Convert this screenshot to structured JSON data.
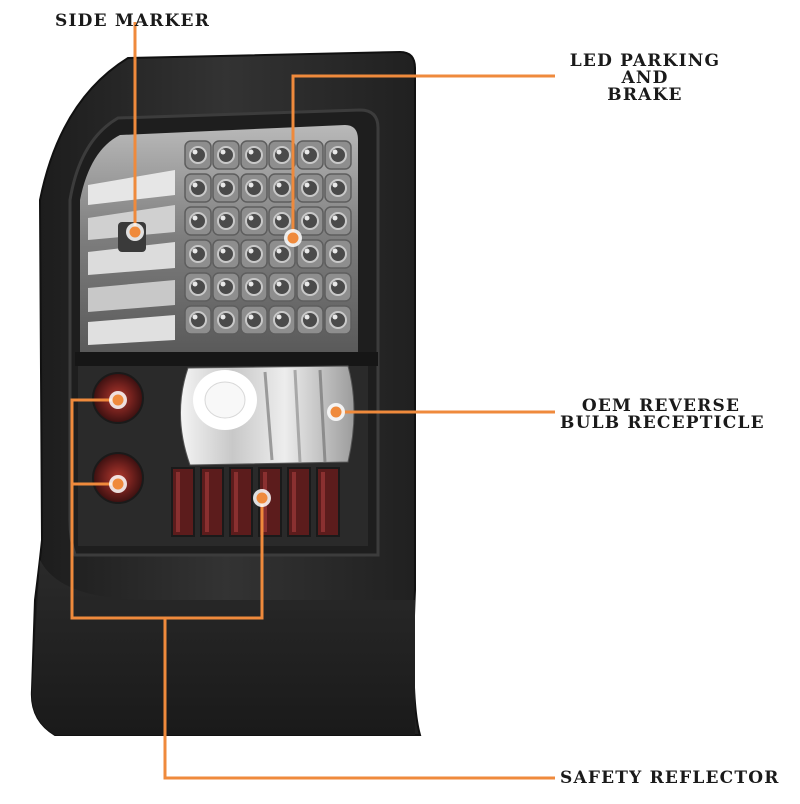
{
  "colors": {
    "leader": "#ef8a3c",
    "label": "#1a1a1a",
    "housing": "#2b2b2b",
    "lens_smoke": "#9a9a9a",
    "reflector_red": "#6a1f1f"
  },
  "callouts": [
    {
      "id": "side-marker",
      "lines": [
        "SIDE MARKER"
      ]
    },
    {
      "id": "led-parking-and-brake",
      "lines": [
        "LED PARKING",
        "AND",
        "BRAKE"
      ]
    },
    {
      "id": "oem-reverse-bulb-recepticle",
      "lines": [
        "OEM REVERSE",
        "BULB RECEPTICLE"
      ]
    },
    {
      "id": "safety-reflector",
      "lines": [
        "SAFETY REFLECTOR"
      ]
    }
  ]
}
